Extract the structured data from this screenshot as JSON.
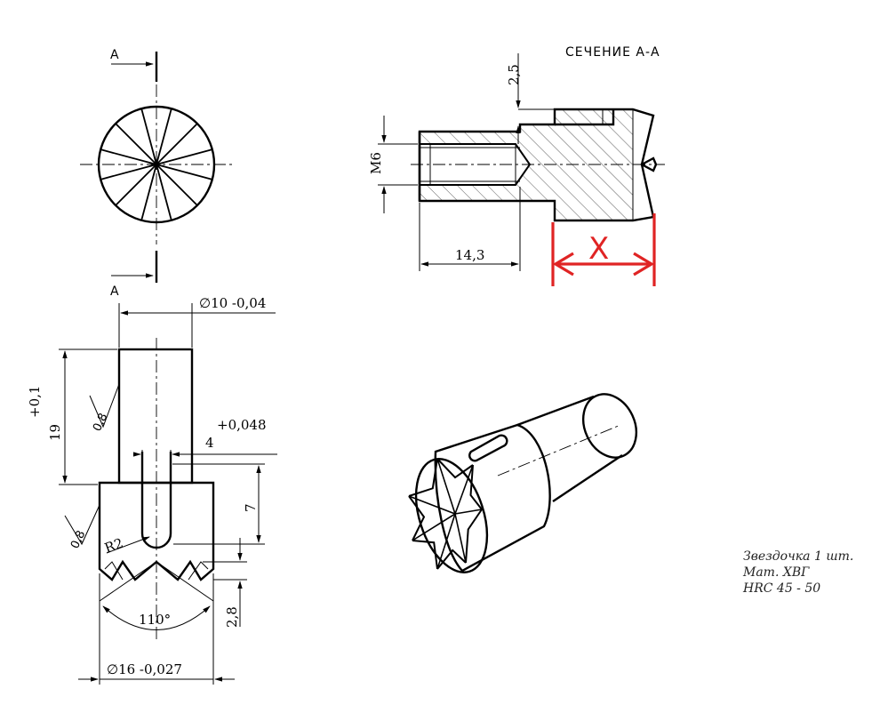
{
  "section_label": "СЕЧЕНИЕ А-А",
  "cut_letter_top": "A",
  "cut_letter_bottom": "A",
  "dims": {
    "shaft_diameter": "∅10 -0,04",
    "length_tol": "+0,1",
    "length": "19",
    "roughness_shaft": "0,8",
    "slot_tol": "+0,048",
    "slot_width": "4",
    "slot_depth": "7",
    "roughness_head": "0,8",
    "radius": "R2",
    "point_depth": "2,8",
    "angle": "110°",
    "head_diameter": "∅16 -0,027",
    "section_top": "2,5",
    "thread": "M6",
    "thread_length": "14,3",
    "unknown": "X"
  },
  "notes": {
    "line1": "Звездочка  1 шт.",
    "line2": "Мат. ХВГ",
    "line3": "HRC 45 - 50"
  },
  "colors": {
    "highlight": "#e02424"
  }
}
